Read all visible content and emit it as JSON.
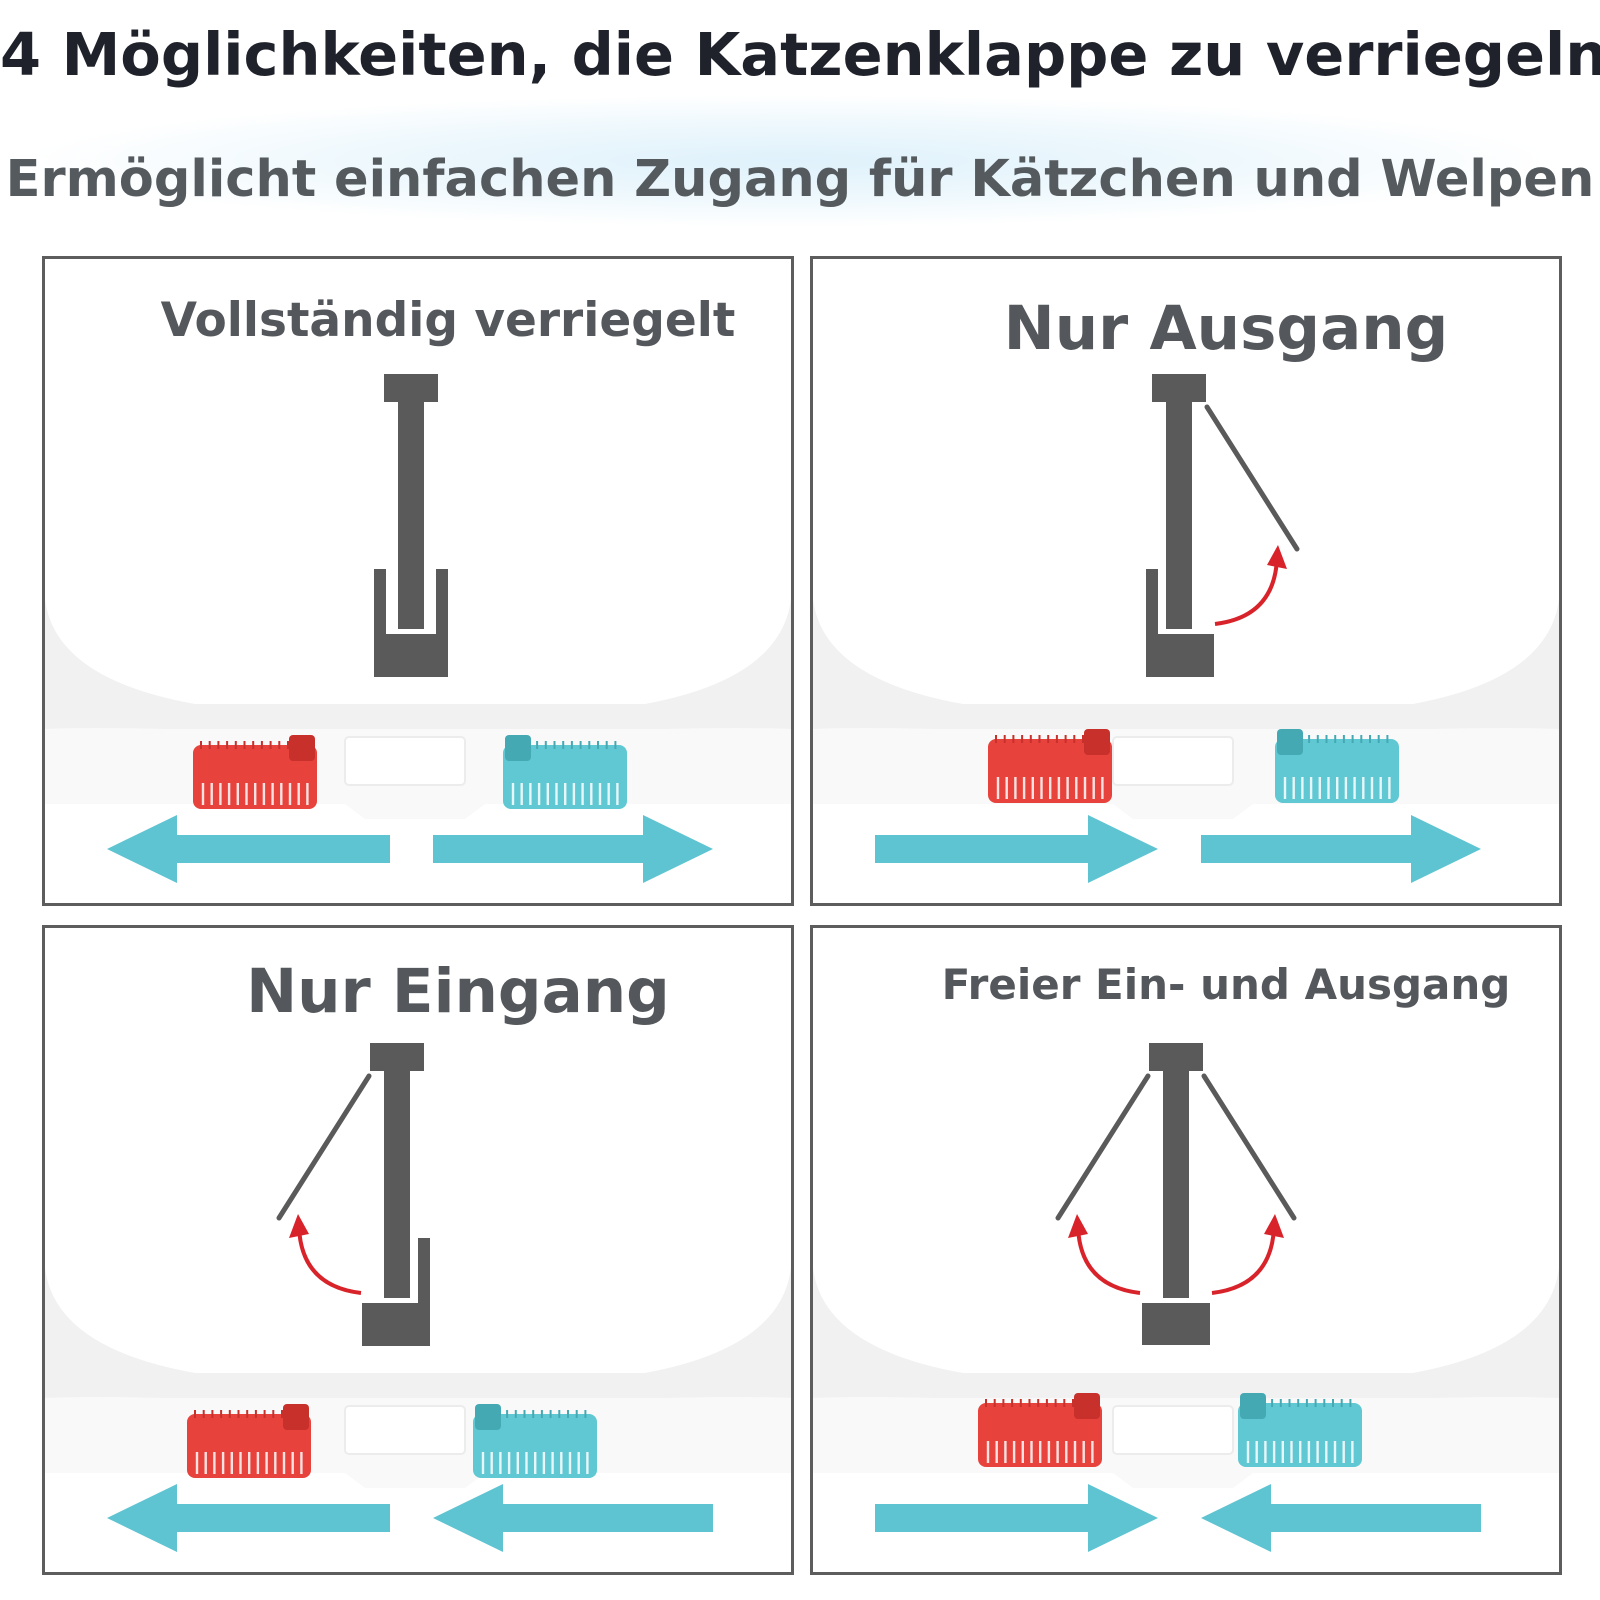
{
  "header": {
    "title": "4 Möglichkeiten, die Katzenklappe zu verriegeln",
    "subtitle": "Ermöglicht einfachen Zugang für Kätzchen und Welpen"
  },
  "panels": [
    {
      "label": "Vollständig verriegelt",
      "flap_opens": "none",
      "left_arrow": "left",
      "right_arrow": "right"
    },
    {
      "label": "Nur Ausgang",
      "flap_opens": "right",
      "left_arrow": "right",
      "right_arrow": "right"
    },
    {
      "label": "Nur Eingang",
      "flap_opens": "left",
      "left_arrow": "left",
      "right_arrow": "left"
    },
    {
      "label": "Freier Ein- und Ausgang",
      "flap_opens": "both",
      "left_arrow": "right",
      "right_arrow": "left"
    }
  ],
  "colors": {
    "red_lock": "#e8423c",
    "teal_lock": "#5fc8d3",
    "arrow": "#5ec4d2",
    "flap": "#5a5a5a",
    "curve_arrow": "#d8232a",
    "text": "#54575b"
  }
}
